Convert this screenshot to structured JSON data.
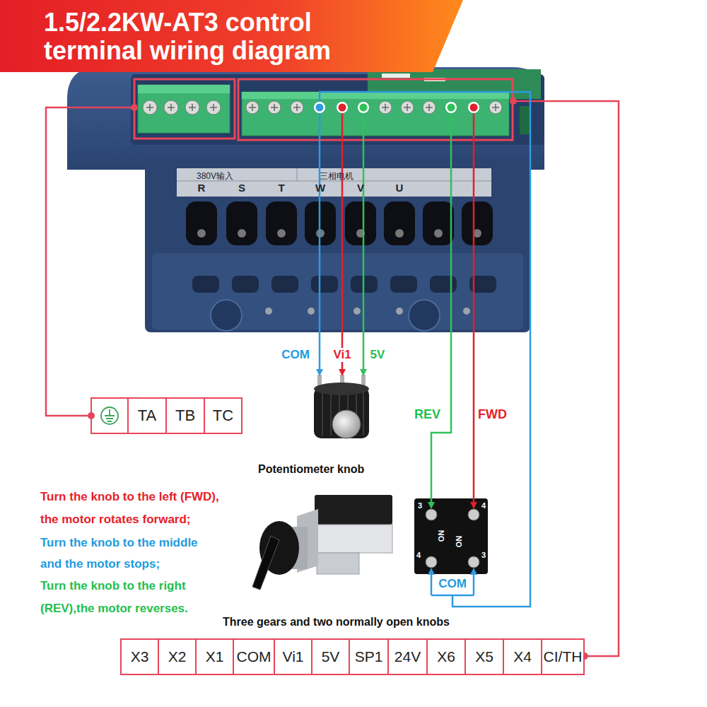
{
  "diagram": {
    "title": "1.5/2.2KW-AT3 control terminal wiring diagram",
    "labels": [
      "380V输入",
      "三相电机",
      "R",
      "S",
      "T",
      "W",
      "V",
      "U",
      "COM",
      "Vi1",
      "5V",
      "TA",
      "TB",
      "TC",
      "Potentiometer knob",
      "REV",
      "FWD",
      "Turn the knob to the left (FWD), the motor rotates forward;",
      "3",
      "4",
      "NO",
      "NO",
      "4",
      "3",
      "COM",
      "Turn the knob to the middle and the motor stops;",
      "Turn the knob to the right (REV),the motor reverses.",
      "Three gears and two normally open knobs",
      "X3",
      "X2",
      "X1",
      "COM",
      "Vi1",
      "5V",
      "SP1",
      "24V",
      "X6",
      "X5",
      "X4",
      "CI/TH"
    ]
  }
}
